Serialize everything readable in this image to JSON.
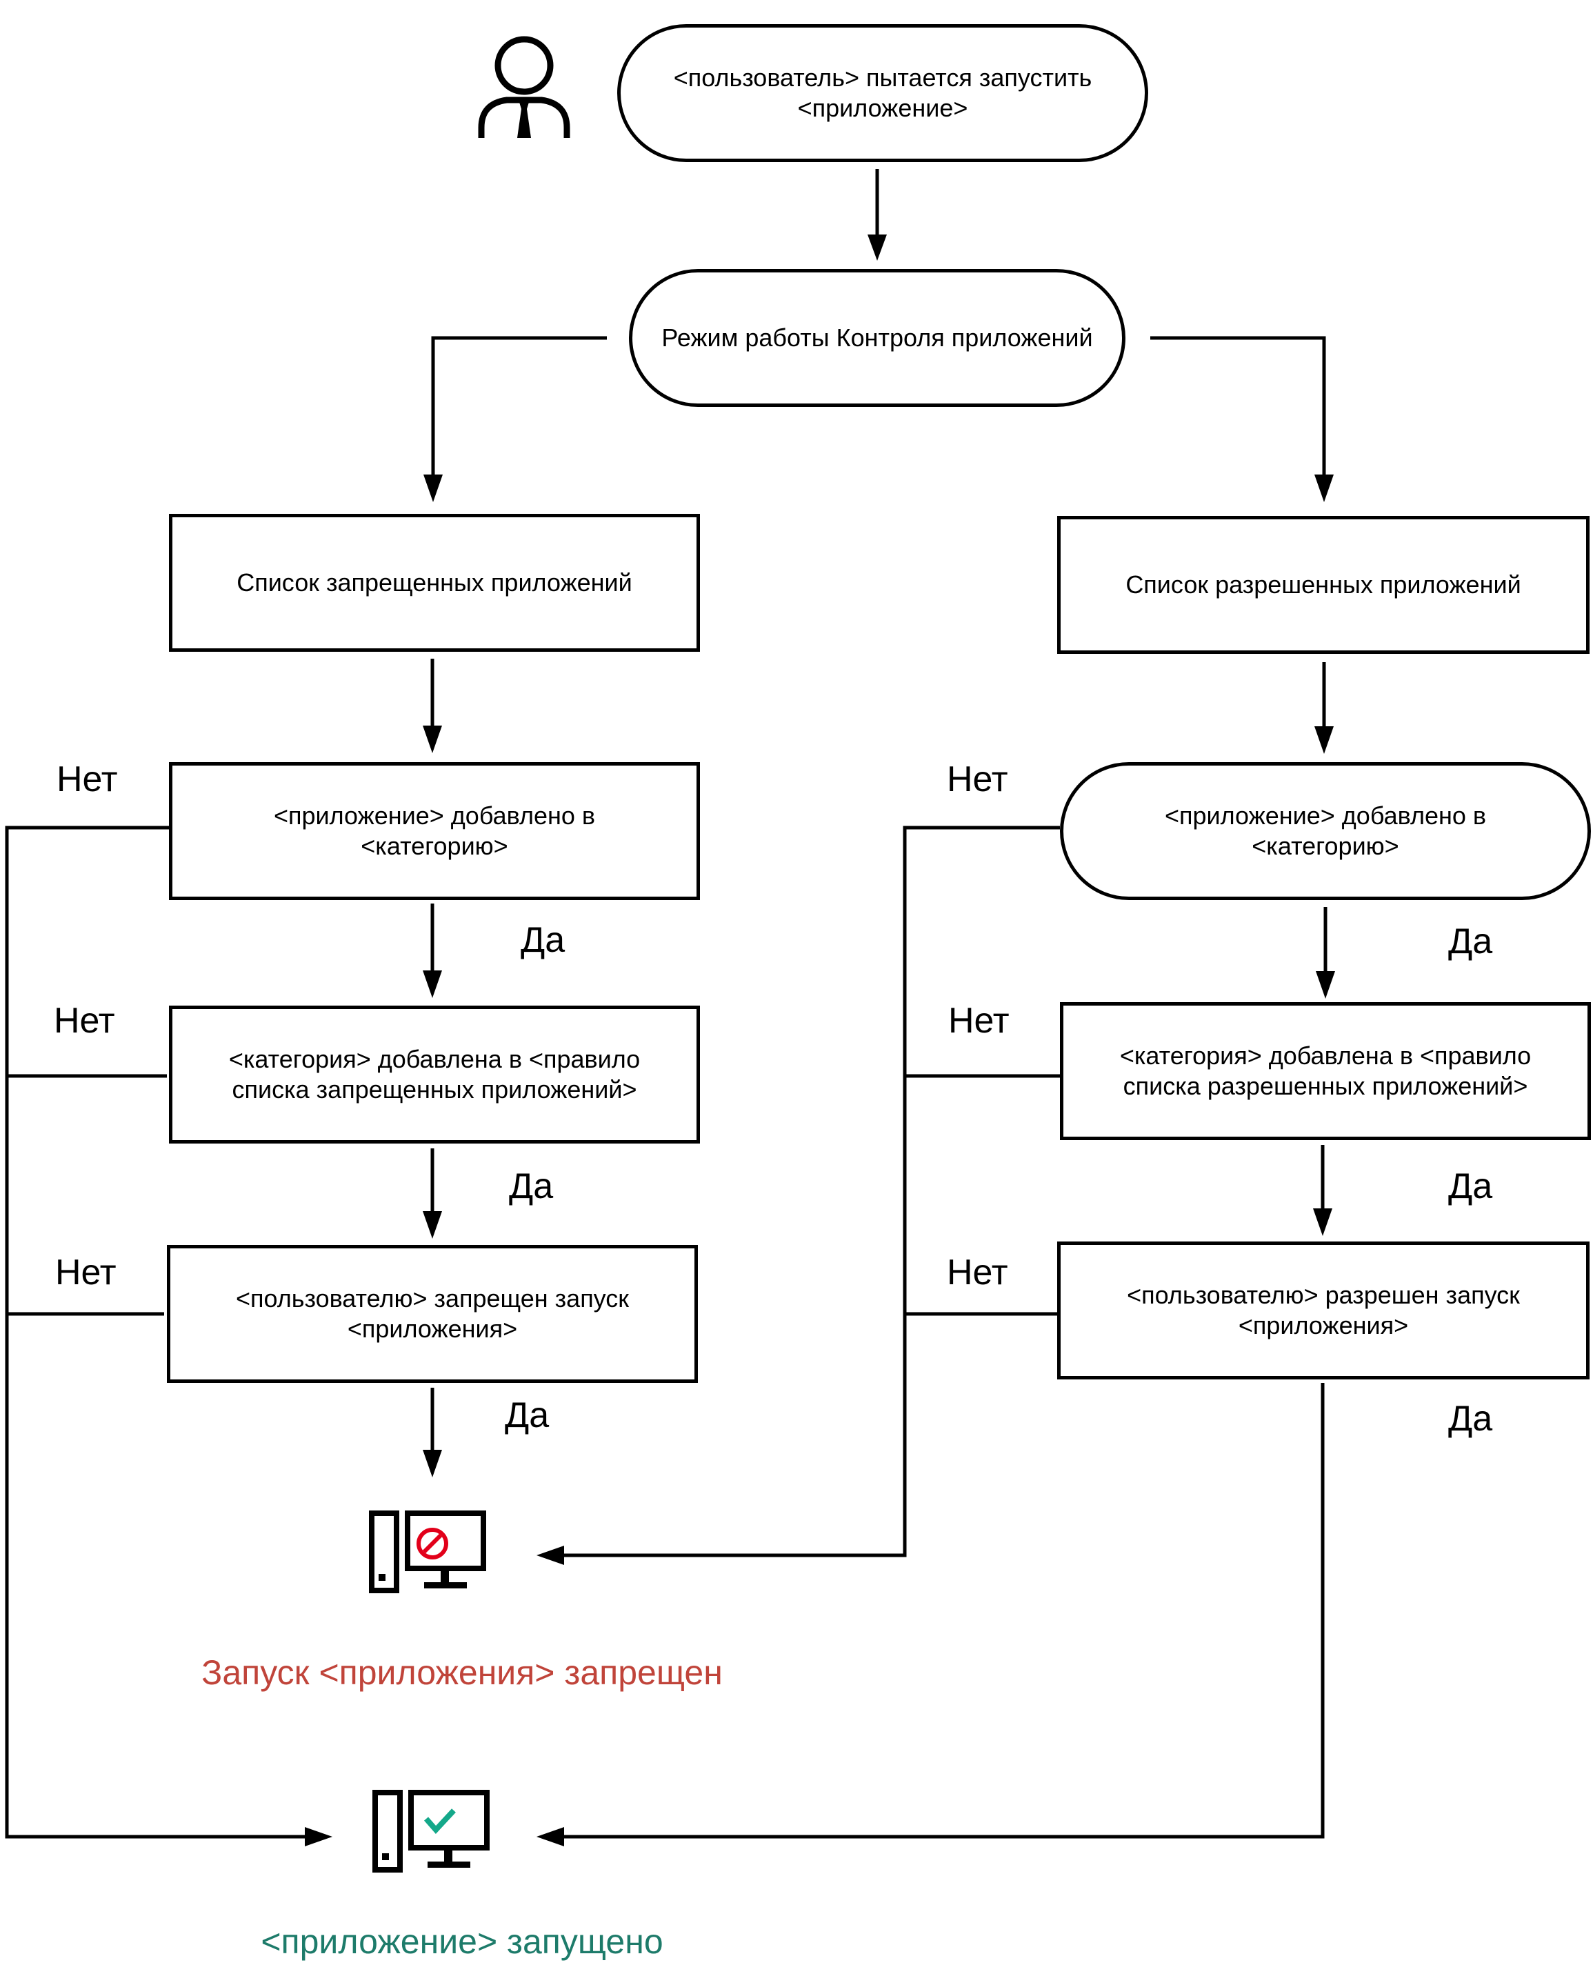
{
  "start": {
    "text": "<пользователь> пытается запустить <приложение>"
  },
  "mode": {
    "text": "Режим работы Контроля приложений"
  },
  "left": {
    "list": "Список запрещенных приложений",
    "step1": "<приложение> добавлено в <категорию>",
    "step2": "<категория> добавлена в <правило списка запрещенных приложений>",
    "step3": "<пользователю> запрещен запуск <приложения>"
  },
  "right": {
    "list": "Список разрешенных приложений",
    "step1": "<приложение> добавлено в <категорию>",
    "step2": "<категория> добавлена в <правило списка разрешенных приложений>",
    "step3": "<пользователю> разрешен запуск <приложения>"
  },
  "labels": {
    "no": "Нет",
    "yes": "Да"
  },
  "results": {
    "denied": "Запуск <приложения> запрещен",
    "allowed": "<приложение> запущено"
  },
  "icons": {
    "user": "user-icon",
    "denied": "computer-blocked-icon",
    "allowed": "computer-allowed-icon"
  },
  "colors": {
    "denied": "#c0443a",
    "allowed": "#1d7b6a",
    "denied_badge": "#e2001a",
    "allowed_check": "#14a88a"
  }
}
